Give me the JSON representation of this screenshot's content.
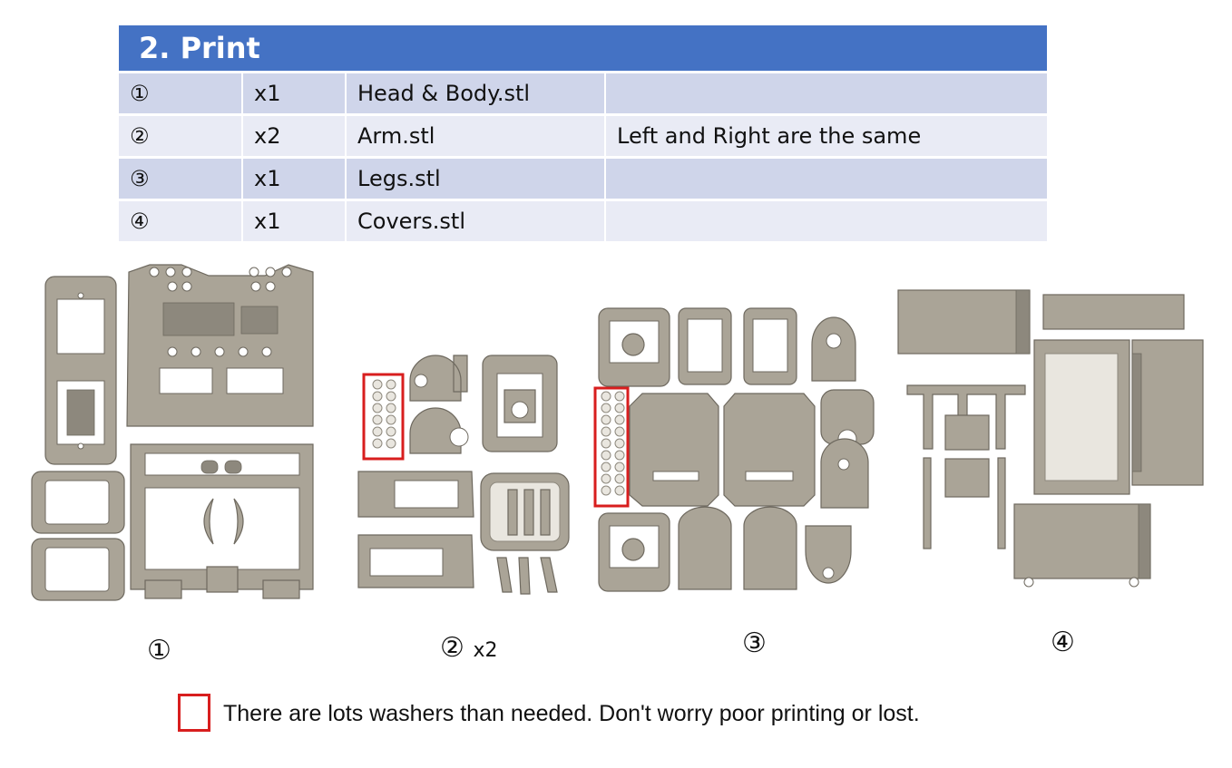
{
  "section": {
    "title": "2. Print"
  },
  "parts_table": {
    "rows": [
      {
        "index": "①",
        "qty": "x1",
        "file": "Head & Body.stl",
        "note": ""
      },
      {
        "index": "②",
        "qty": "x2",
        "file": "Arm.stl",
        "note": "Left and Right are the same"
      },
      {
        "index": "③",
        "qty": "x1",
        "file": "Legs.stl",
        "note": ""
      },
      {
        "index": "④",
        "qty": "x1",
        "file": "Covers.stl",
        "note": ""
      }
    ]
  },
  "illustrations": {
    "labels": [
      {
        "index": "①",
        "suffix": ""
      },
      {
        "index": "②",
        "suffix": "x2"
      },
      {
        "index": "③",
        "suffix": ""
      },
      {
        "index": "④",
        "suffix": ""
      }
    ],
    "part_color": "#aaa497",
    "outline_color": "#6e695f",
    "highlight_color": "#d81e1e"
  },
  "legend": {
    "text": "There are lots washers than needed. Don't worry poor printing or lost."
  }
}
